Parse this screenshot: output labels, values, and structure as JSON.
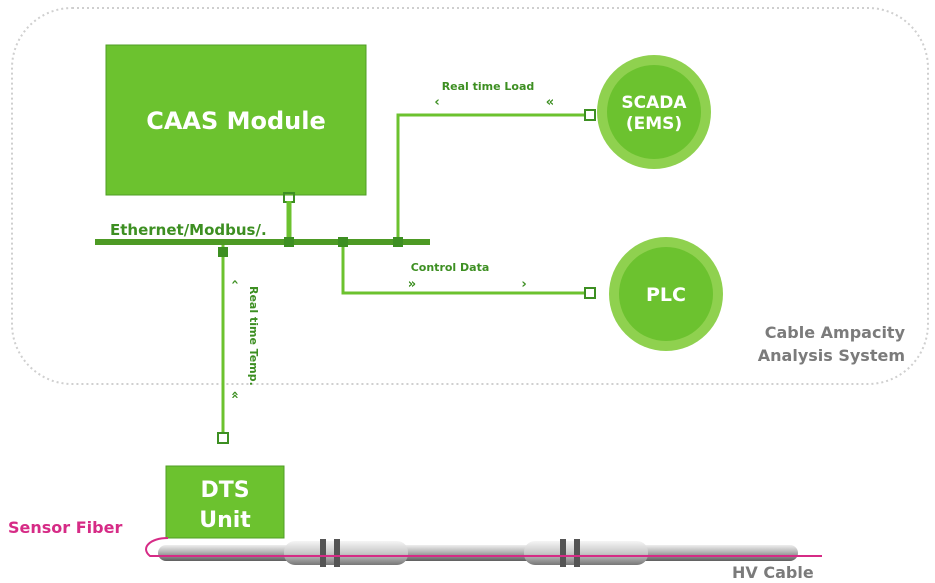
{
  "system": {
    "label_line1": "Cable Ampacity",
    "label_line2": "Analysis System"
  },
  "caas": {
    "label": "CAAS Module"
  },
  "bus": {
    "label": "Ethernet/Modbus/."
  },
  "scada": {
    "label_line1": "SCADA",
    "label_line2": "(EMS)"
  },
  "plc": {
    "label": "PLC"
  },
  "links": {
    "realtime_load": "Real time Load",
    "control_data": "Control Data",
    "realtime_temp": "Real time Temp."
  },
  "dts": {
    "label_line1": "DTS",
    "label_line2": "Unit"
  },
  "fiber": {
    "label": "Sensor Fiber"
  },
  "cable": {
    "label": "HV Cable"
  },
  "colors": {
    "green": "#6cc22f",
    "dark_green": "#3d8f22",
    "pink": "#d62b86",
    "gray": "#7b7b7b"
  }
}
